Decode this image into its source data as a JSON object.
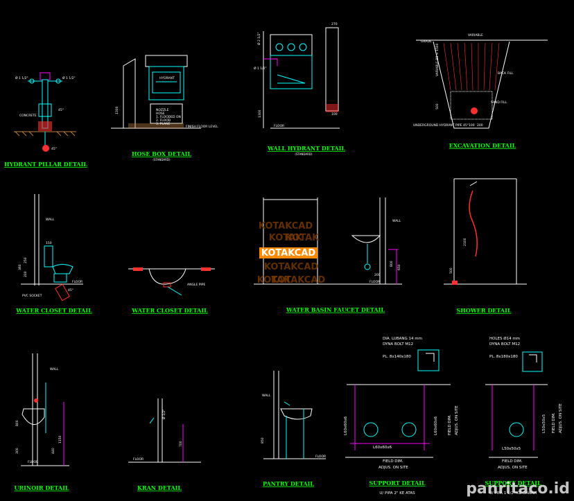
{
  "details": {
    "hydrant_pillar": {
      "title": "HYDRANT PILLAR DETAIL",
      "labels": [
        "Ø 1 1/2\"",
        "Ø 1 1/2\"",
        "CONCRETE",
        "45°",
        "45°"
      ]
    },
    "hose_box": {
      "title": "HOSE BOX DETAIL",
      "subtitle": "(STANDARD)",
      "labels": [
        "HYDRANT",
        "NOZZLE",
        "HOSE",
        "1. FLOODED ON",
        "2. FLOOD",
        "3. PLANE",
        "FINISH FLOOR LEVEL",
        "1300"
      ]
    },
    "wall_hydrant": {
      "title": "WALL HYDRANT DETAIL",
      "subtitle": "(STANDARD)",
      "labels": [
        "Ø 2 1/2\"",
        "Ø 1 1/2\"",
        "FLOOR",
        "1300",
        "270",
        "100"
      ]
    },
    "excavation": {
      "title": "EXCAVATION DETAIL",
      "labels": [
        "VARIABLE",
        "GRADE",
        "VARIABLE BB = 1500",
        "BACK FILL",
        "SAND FILL",
        "500",
        "UNDERGROUND HYDRANT PIPE 45°",
        "100",
        "200"
      ]
    },
    "water_closet_1": {
      "title": "WATER CLOSET DETAIL",
      "labels": [
        "WALL",
        "150",
        "FLOOR",
        "PVC SOCKET",
        "250",
        "200",
        "360",
        "45°"
      ]
    },
    "water_closet_2": {
      "title": "WATER CLOSET DETAIL",
      "labels": [
        "ANGLE PIPE"
      ]
    },
    "water_basin": {
      "title": "WATER BASIN FAUCET DETAIL",
      "labels": [
        "WALL",
        "FLOOR",
        "800",
        "650",
        "200"
      ]
    },
    "shower": {
      "title": "SHOWER DETAIL",
      "labels": [
        "2100",
        "500"
      ]
    },
    "urinoir": {
      "title": "URINOIR DETAIL",
      "labels": [
        "WALL",
        "FLOOR",
        "1150",
        "800",
        "300",
        "440"
      ]
    },
    "kran": {
      "title": "KRAN DETAIL",
      "labels": [
        "Ø 1/2\"",
        "FLOOR",
        "700"
      ]
    },
    "pantry": {
      "title": "PANTRY DETAIL",
      "labels": [
        "WALL",
        "FLOOR",
        "850"
      ]
    },
    "support_1": {
      "title": "SUPPORT DETAIL",
      "subtitle": "U/ PIPA 2\" KE ATAS",
      "labels": [
        "DIA. LUBANG 14 mm",
        "DYNA BOLT M12",
        "PL. 8x140x180",
        "L60x60x6",
        "L60x60x6",
        "L60x60x6",
        "FIELD DIM.",
        "ADJUS. ON SITE",
        "FIELD DIM.",
        "ADJUS. ON SITE"
      ]
    },
    "support_2": {
      "title": "SUPPORT DETAIL",
      "subtitle": "U/ PIPA 1 1/2\" KE BAWAH",
      "labels": [
        "HOLES Ø14 mm",
        "DYNA BOLT M12",
        "PL. 8x180x180",
        "L50x50x5",
        "L50x50x5",
        "FIELD DIM.",
        "ADJUS. ON SITE",
        "FIELD DIM.",
        "ADJUS. ON SITE"
      ]
    }
  },
  "watermark": {
    "text": "KOTAKCAD",
    "lines": [
      "KOTAKCAD",
      "KOTAK",
      "KOTAK",
      "KOTAKCAD",
      "KOTAKCAD",
      "KOTAK"
    ]
  },
  "site_logo": "panritaco.id",
  "colors": {
    "background": "#000000",
    "title": "#00ff00",
    "line_cyan": "#00ffff",
    "line_white": "#ffffff",
    "hatch_red": "#ff3030",
    "dim_magenta": "#ff00ff",
    "ground": "#c08040"
  }
}
